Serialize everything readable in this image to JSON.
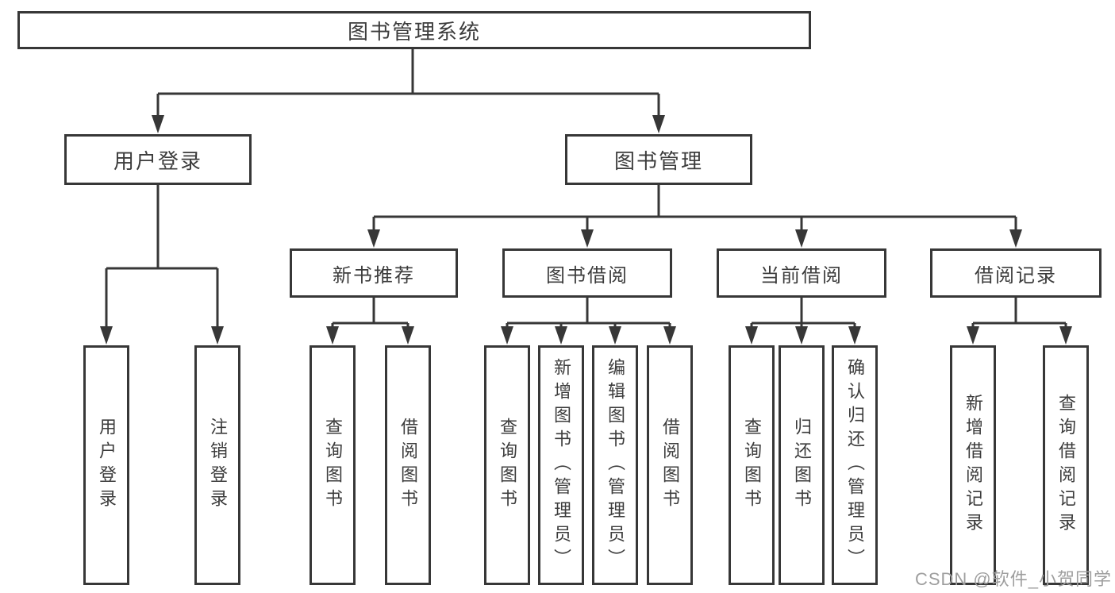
{
  "diagram": {
    "root": {
      "label": "图书管理系统"
    },
    "user_login": {
      "label": "用户登录",
      "leaves": [
        "用户登录",
        "注销登录"
      ]
    },
    "book_management": {
      "label": "图书管理"
    },
    "branches": [
      {
        "label": "新书推荐",
        "leaves": [
          "查询图书",
          "借阅图书"
        ]
      },
      {
        "label": "图书借阅",
        "leaves": [
          "查询图书",
          "新增图书（管理员）",
          "编辑图书（管理员）",
          "借阅图书"
        ]
      },
      {
        "label": "当前借阅",
        "leaves": [
          "查询图书",
          "归还图书",
          "确认归还（管理员）"
        ]
      },
      {
        "label": "借阅记录",
        "leaves": [
          "新增借阅记录",
          "查询借阅记录"
        ]
      }
    ]
  },
  "watermark": "CSDN @软件_小贺同学",
  "colors": {
    "line": "#373737",
    "text": "#3c3c3c",
    "watermark": "#9e9e9e",
    "bg": "#ffffff"
  }
}
